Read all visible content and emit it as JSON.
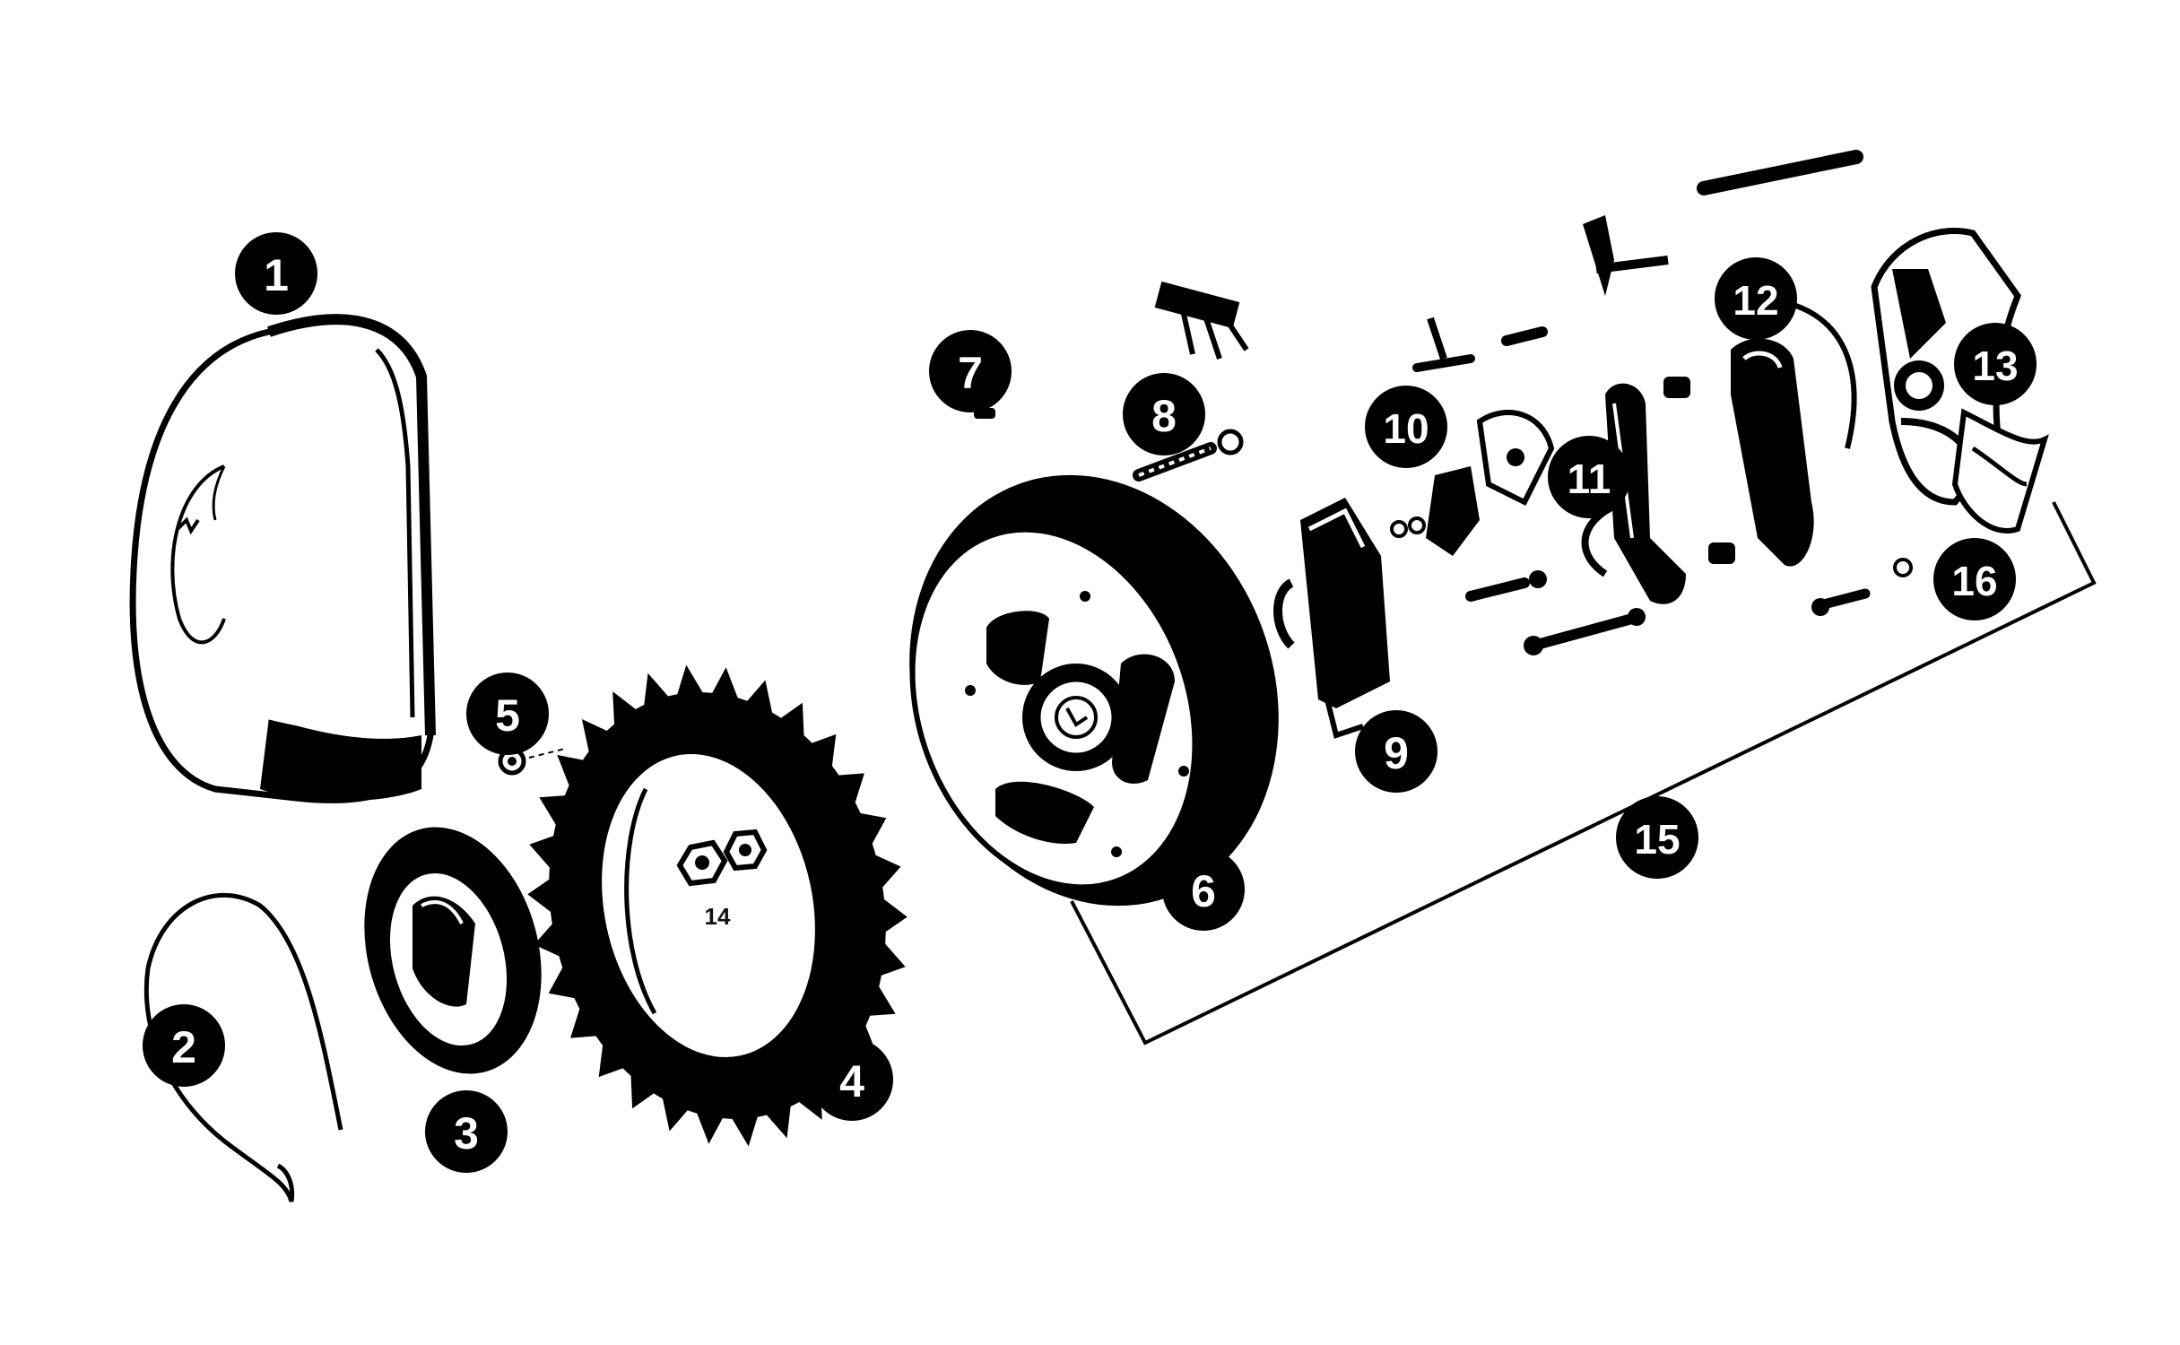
{
  "colors": {
    "ink": "#000000",
    "paper": "#ffffff",
    "badge_fill": "#000000",
    "badge_text": "#ffffff"
  },
  "callouts": [
    {
      "id": "1",
      "label": "1"
    },
    {
      "id": "2",
      "label": "2"
    },
    {
      "id": "3",
      "label": "3"
    },
    {
      "id": "4",
      "label": "4"
    },
    {
      "id": "5",
      "label": "5"
    },
    {
      "id": "6",
      "label": "6"
    },
    {
      "id": "7",
      "label": "7"
    },
    {
      "id": "8",
      "label": "8"
    },
    {
      "id": "9",
      "label": "9"
    },
    {
      "id": "10",
      "label": "10"
    },
    {
      "id": "11",
      "label": "11"
    },
    {
      "id": "12",
      "label": "12"
    },
    {
      "id": "13",
      "label": "13"
    },
    {
      "id": "15",
      "label": "15"
    },
    {
      "id": "16",
      "label": "16"
    }
  ],
  "inline_label": "14"
}
